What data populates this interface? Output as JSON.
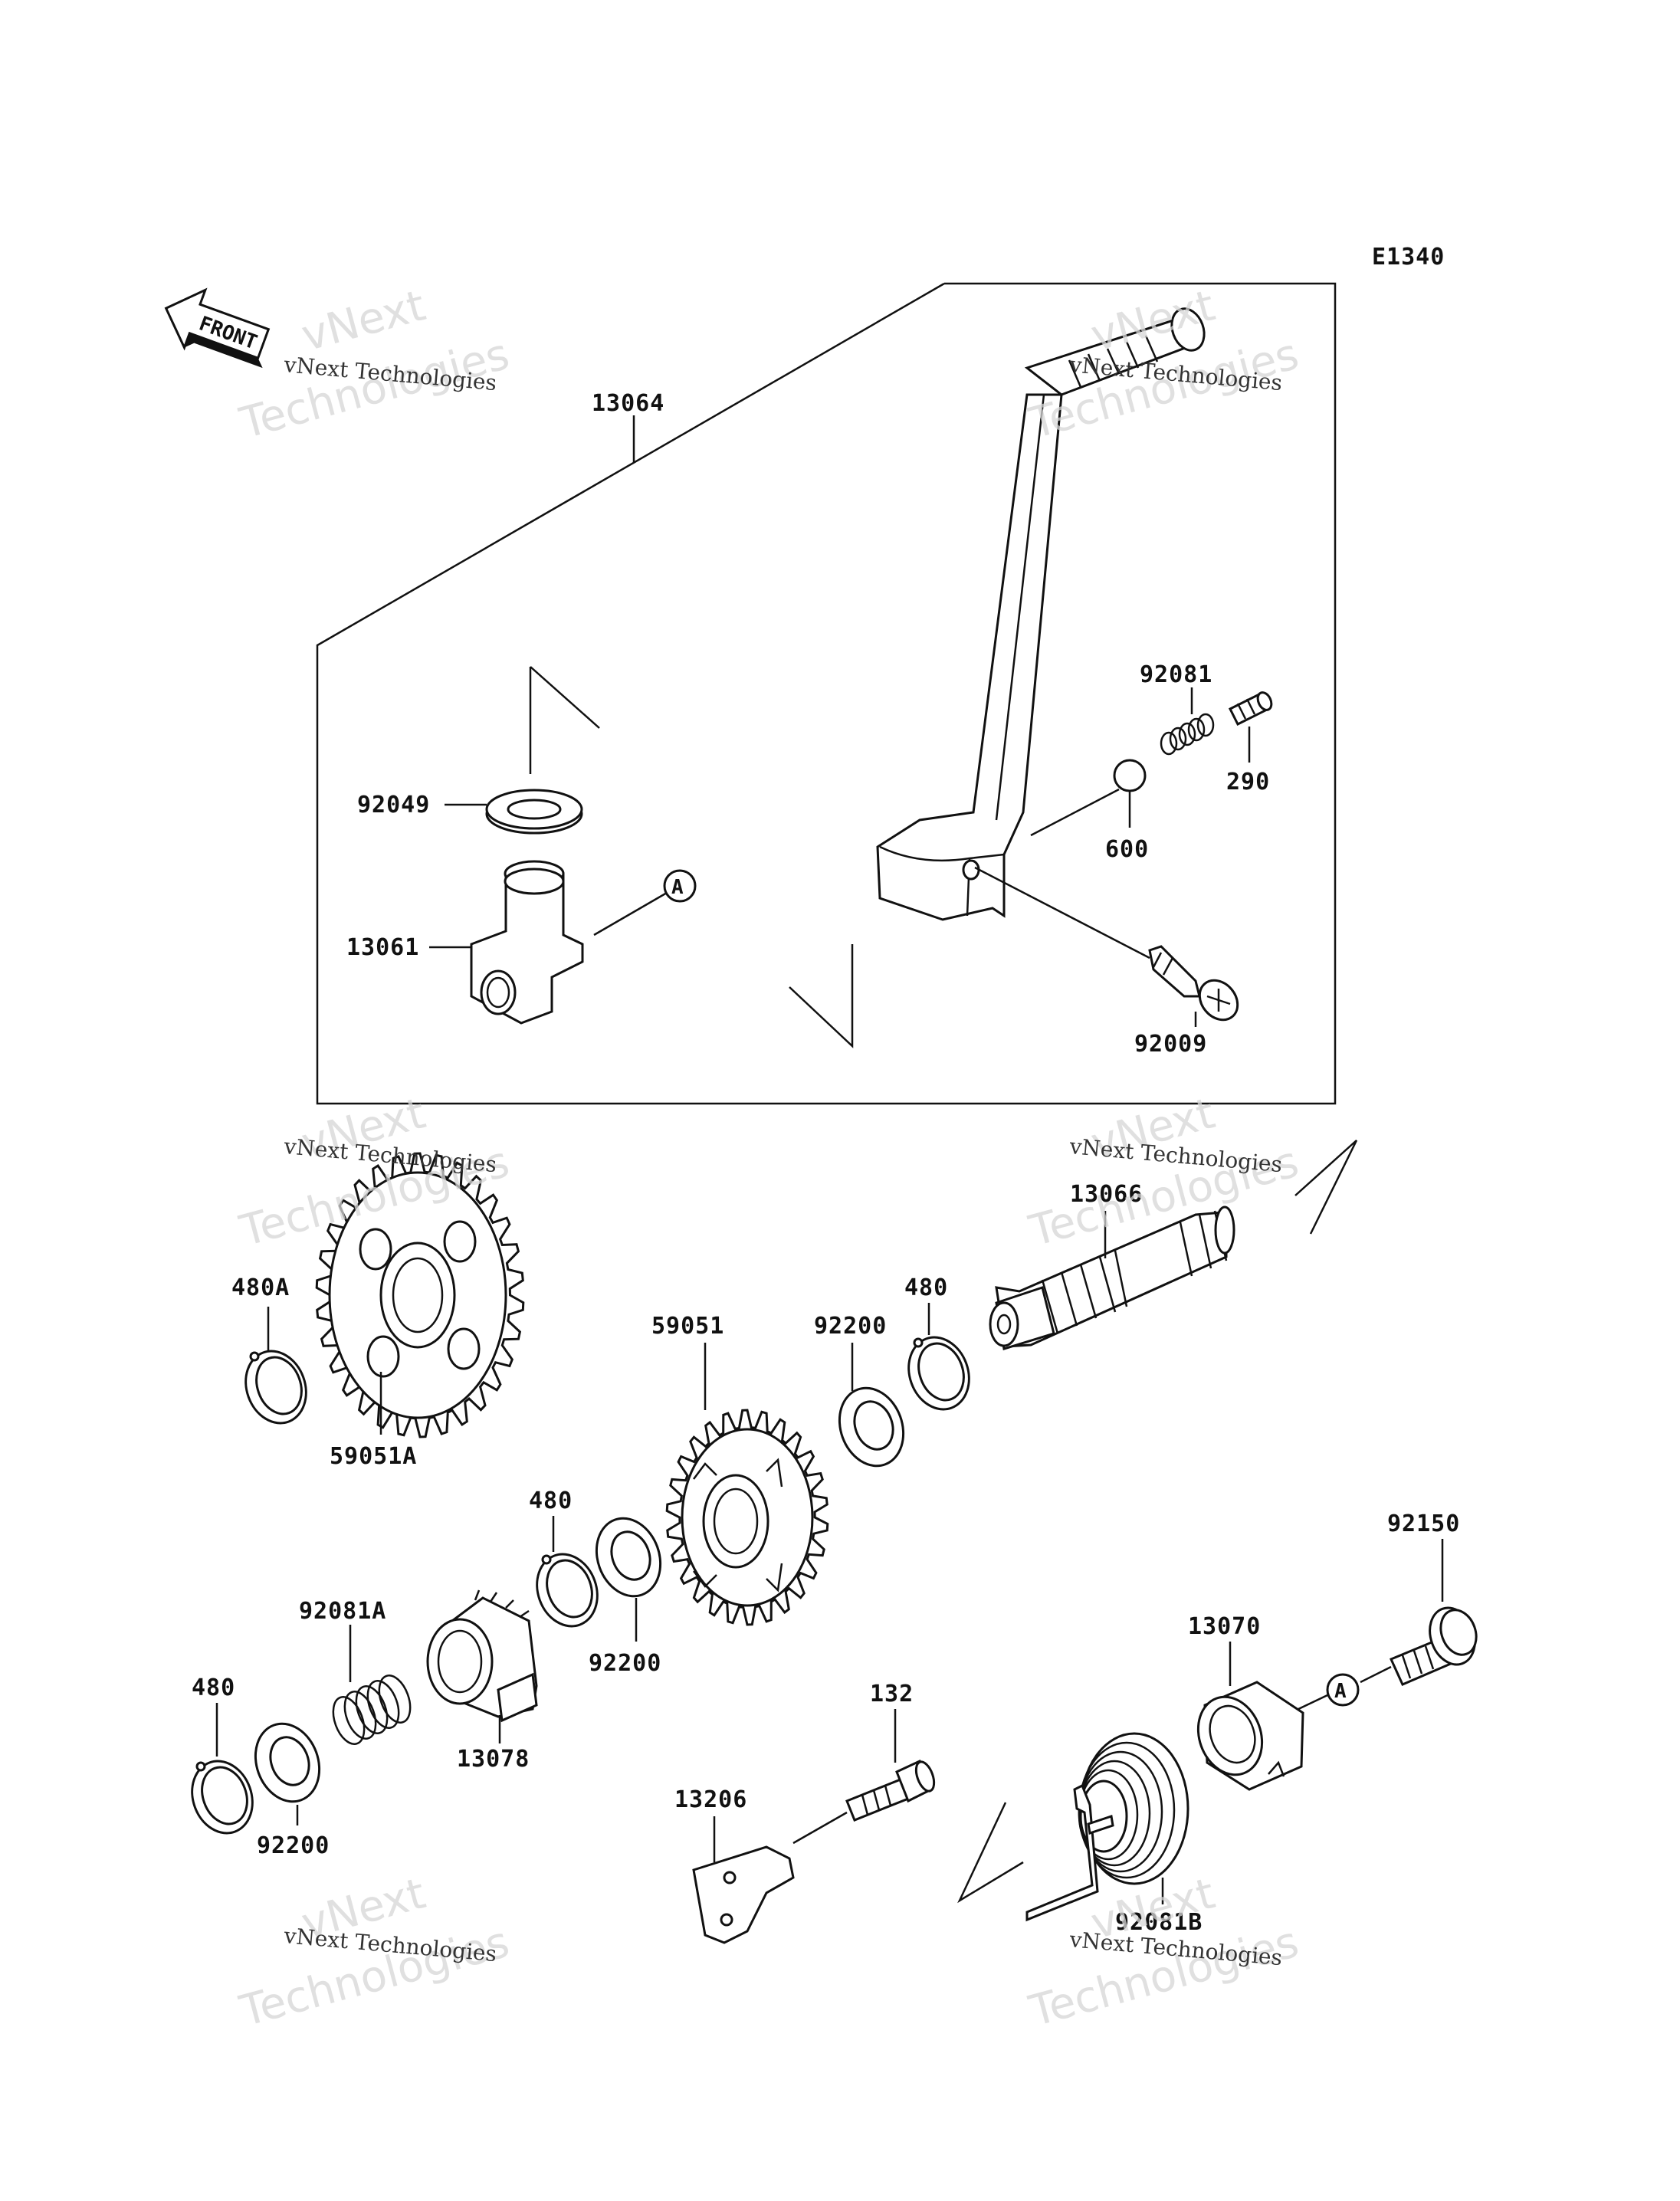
{
  "diagram_code": "E1340",
  "front_label": "FRONT",
  "watermark": {
    "line1": "vNext",
    "line2": "Technologies",
    "small": "vNext Technologies"
  },
  "callouts": {
    "p13064": "13064",
    "p92049": "92049",
    "p13061": "13061",
    "ref_a_top": "A",
    "p92081": "92081",
    "p290": "290",
    "p600": "600",
    "p92009": "92009",
    "p480A": "480A",
    "p59051A": "59051A",
    "p13066": "13066",
    "p480_shaft": "480",
    "p92200_shaft": "92200",
    "p59051": "59051",
    "p480_mid": "480",
    "p92200_mid": "92200",
    "p92081A": "92081A",
    "p13078": "13078",
    "p480_low": "480",
    "p92200_low": "92200",
    "p132": "132",
    "p13206": "13206",
    "p92150": "92150",
    "p13070": "13070",
    "ref_a_bottom": "A",
    "p92081B": "92081B"
  }
}
